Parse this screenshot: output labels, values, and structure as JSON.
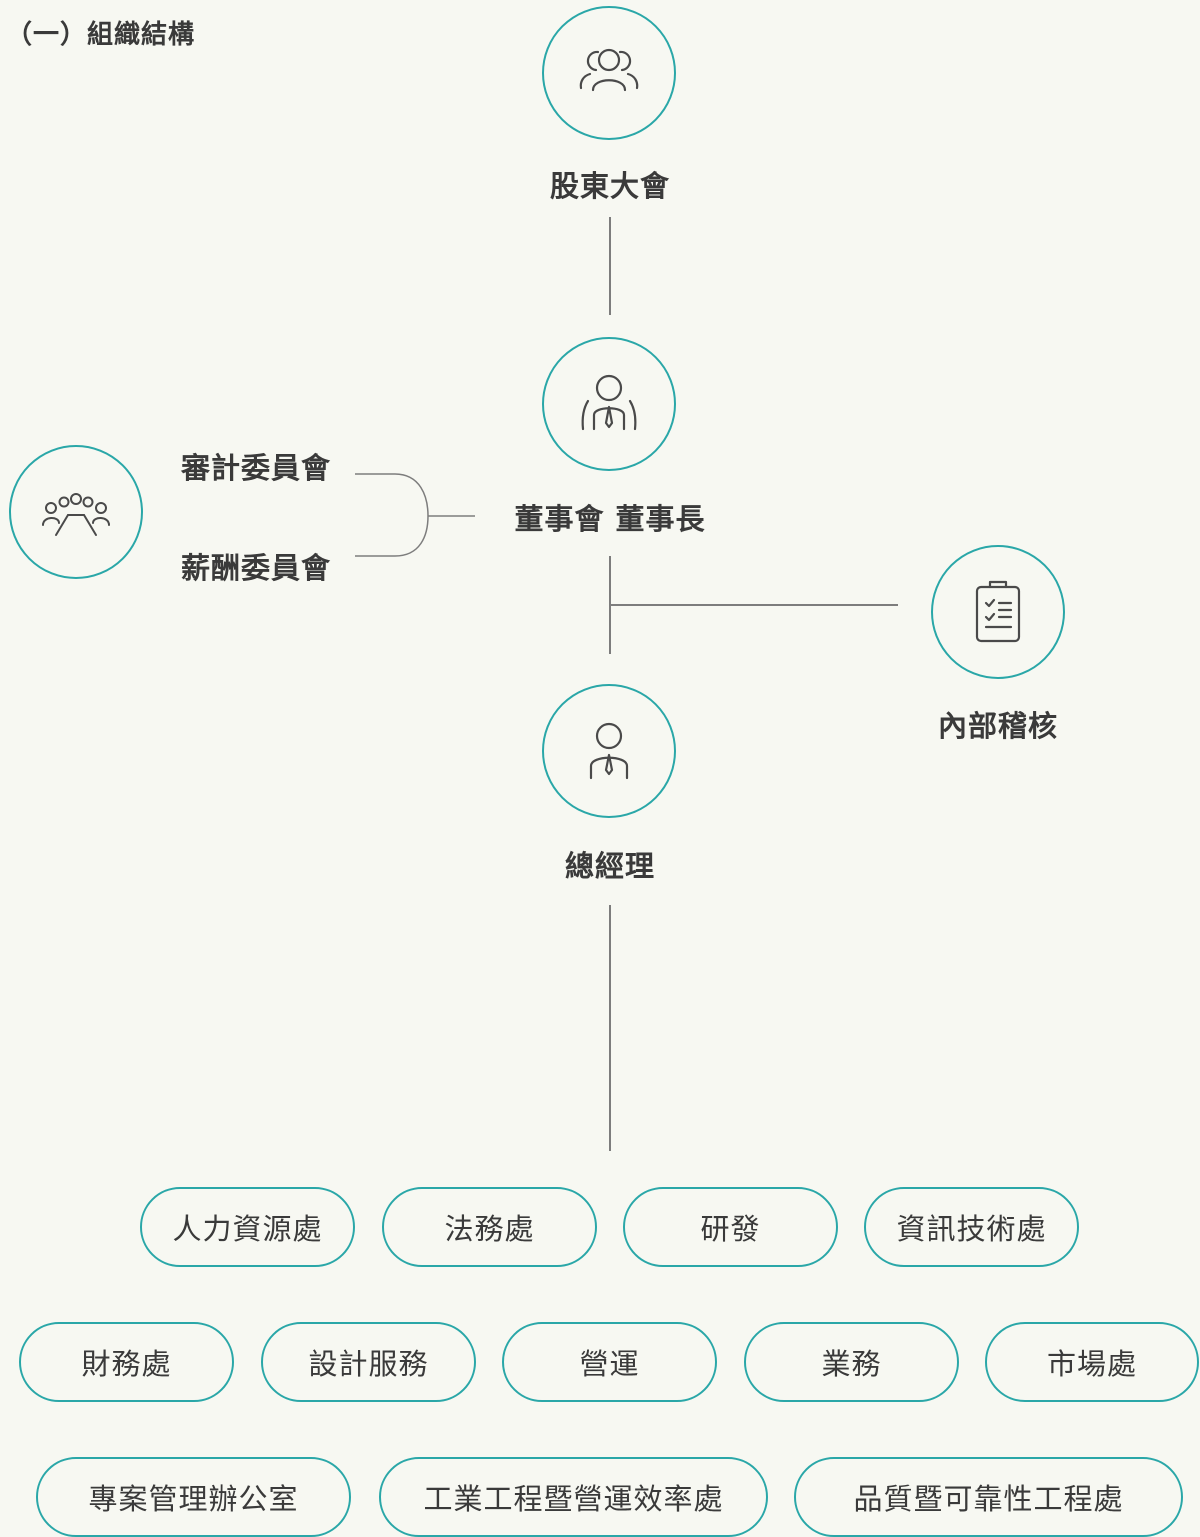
{
  "title": "（一）組織結構",
  "nodes": {
    "shareholders": "股東大會",
    "board": "董事會 董事長",
    "audit_committee": "審計委員會",
    "compensation_committee": "薪酬委員會",
    "internal_audit": "內部稽核",
    "gm": "總經理"
  },
  "departments": {
    "row1": [
      "人力資源處",
      "法務處",
      "研發",
      "資訊技術處"
    ],
    "row2": [
      "財務處",
      "設計服務",
      "營運",
      "業務",
      "市場處"
    ],
    "row3": [
      "專案管理辦公室",
      "工業工程暨營運效率處",
      "品質暨可靠性工程處"
    ]
  },
  "icons": {
    "shareholders": "group-icon",
    "board": "chairman-icon",
    "committees": "meeting-icon",
    "internal_audit": "checklist-icon",
    "gm": "manager-icon"
  },
  "colors": {
    "accent": "#2aa7a8",
    "line": "#7d7d7d",
    "text": "#3a3a3a",
    "background": "#f7f8f2"
  }
}
